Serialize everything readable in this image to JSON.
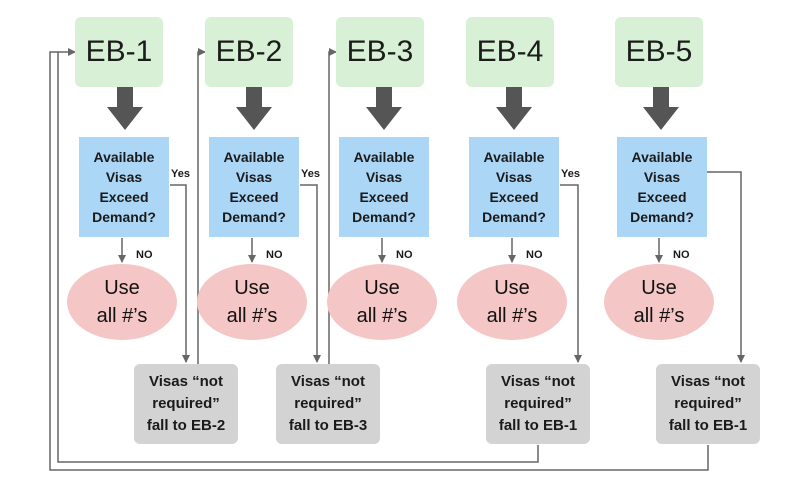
{
  "colors": {
    "category_box": "#d8f0d5",
    "question_box": "#acd6f6",
    "use_all_ellipse": "#f5c6c6",
    "fall_box": "#d3d3d3",
    "big_arrow": "#555555",
    "connector": "#666666"
  },
  "categories": [
    {
      "label": "EB-1",
      "question": "Available\nVisas\nExceed\nDemand?",
      "yes_label": "Yes",
      "no_label": "NO",
      "use_label": "Use\nall #’s",
      "fall_label": "Visas “not\nrequired”\nfall to EB-2"
    },
    {
      "label": "EB-2",
      "question": "Available\nVisas\nExceed\nDemand?",
      "yes_label": "Yes",
      "no_label": "NO",
      "use_label": "Use\nall #’s",
      "fall_label": "Visas “not\nrequired”\nfall to EB-3"
    },
    {
      "label": "EB-3",
      "question": "Available\nVisas\nExceed\nDemand?",
      "yes_label": "",
      "no_label": "NO",
      "use_label": "Use\nall #’s",
      "fall_label": ""
    },
    {
      "label": "EB-4",
      "question": "Available\nVisas\nExceed\nDemand?",
      "yes_label": "Yes",
      "no_label": "NO",
      "use_label": "Use\nall #’s",
      "fall_label": "Visas “not\nrequired”\nfall to EB-1"
    },
    {
      "label": "EB-5",
      "question": "Available\nVisas\nExceed\nDemand?",
      "yes_label": "",
      "no_label": "NO",
      "use_label": "Use\nall #’s",
      "fall_label": "Visas “not\nrequired”\nfall to EB-1"
    }
  ]
}
